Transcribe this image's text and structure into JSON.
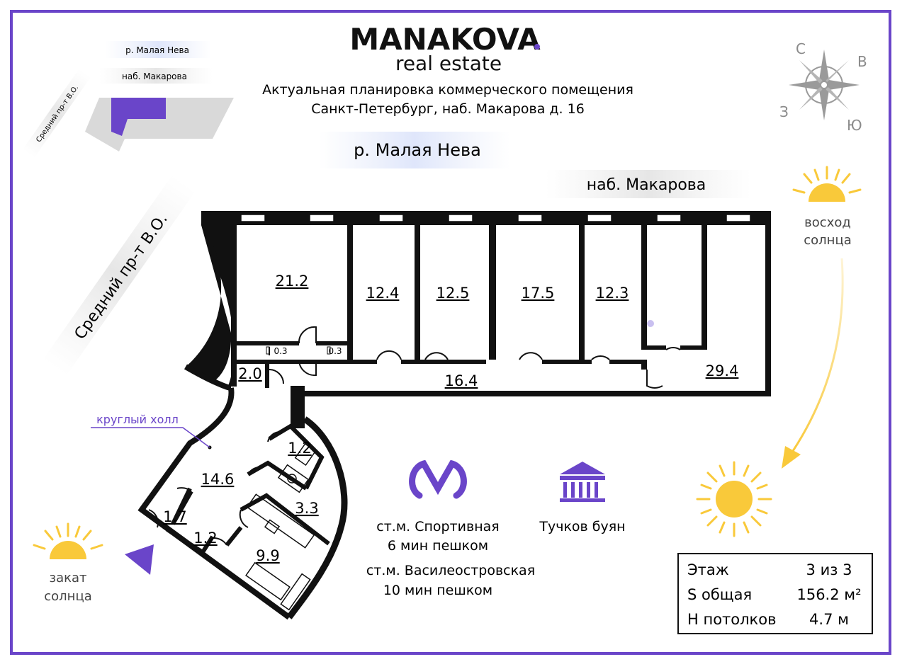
{
  "brand": {
    "name": "MANAKOVA",
    "dot": ".",
    "sub": "real estate",
    "accent": "#6a45c9"
  },
  "header": {
    "line1": "Актуальная  планировка коммерческого помещения",
    "line2": "Санкт-Петербург, наб. Макарова д. 16"
  },
  "streets": {
    "river": "р. Малая Нева",
    "embankment": "наб. Макарова",
    "avenue": "Средний пр-т В.О."
  },
  "minimap": {
    "river": "р. Малая Нева",
    "embankment": "наб. Макарова",
    "avenue": "Средний пр-т В.О."
  },
  "compass": {
    "n": "С",
    "e": "В",
    "w": "З",
    "s": "Ю"
  },
  "sun": {
    "sunrise_l1": "восход",
    "sunrise_l2": "солнца",
    "sunset_l1": "закат",
    "sunset_l2": "солнца",
    "color": "#f9c93a"
  },
  "rooms": {
    "r1": "21.2",
    "r2": "12.4",
    "r3": "12.5",
    "r4": "17.5",
    "r5": "12.3",
    "r6": "29.4",
    "corridor": "16.4",
    "r7": "2.0",
    "n1": "0.3",
    "n2": "0.3",
    "hall": "14.6",
    "wc1": "1.2",
    "r8": "3.3",
    "r9": "1.7",
    "wc2": "1.2",
    "r10": "9.9"
  },
  "hall_label": "круглый холл",
  "metro": {
    "line1": "ст.м. Спортивная",
    "line2": "6 мин пешком",
    "line3": "ст.м. Василеостровская",
    "line4": "10 мин пешком"
  },
  "landmark": "Тучков буян",
  "info": [
    {
      "label": "Этаж",
      "value": "3 из 3"
    },
    {
      "label": "S общая",
      "value": "156.2 м²"
    },
    {
      "label": "Н потолков",
      "value": "4.7 м"
    }
  ]
}
